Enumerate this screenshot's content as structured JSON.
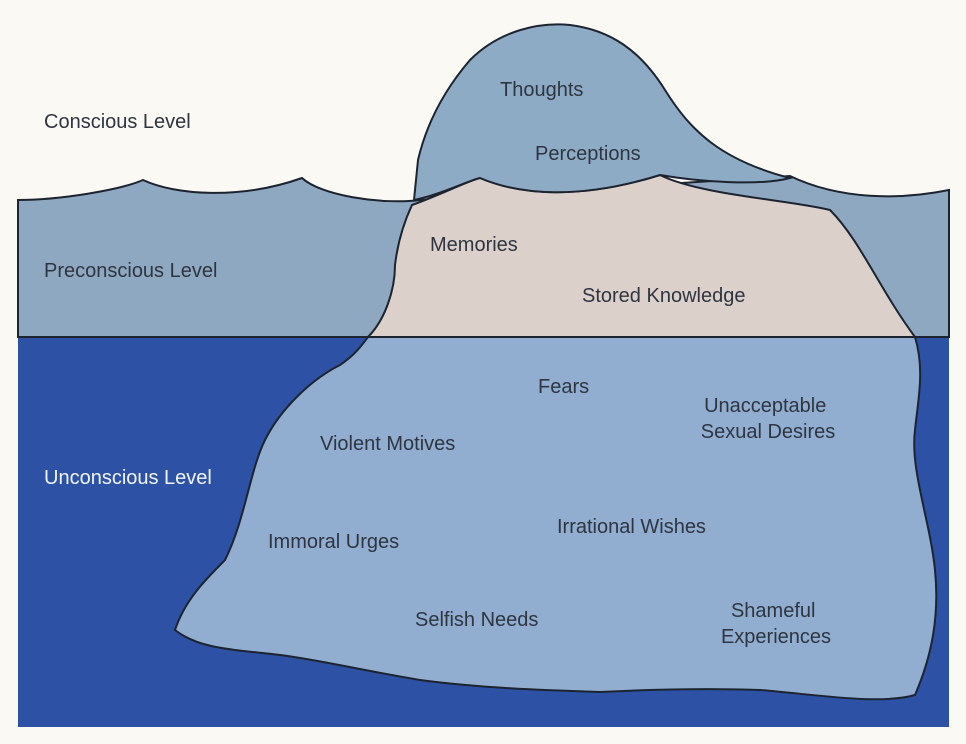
{
  "levels": {
    "conscious": "Conscious Level",
    "preconscious": "Preconscious Level",
    "unconscious": "Unconscious Level"
  },
  "conscious_items": {
    "thoughts": "Thoughts",
    "perceptions": "Perceptions"
  },
  "preconscious_items": {
    "memories": "Memories",
    "stored_knowledge": "Stored Knowledge"
  },
  "unconscious_items": {
    "fears": "Fears",
    "unacceptable_sexual_desires": [
      "Unacceptable",
      "Sexual Desires"
    ],
    "violent_motives": "Violent Motives",
    "immoral_urges": "Immoral Urges",
    "irrational_wishes": "Irrational Wishes",
    "selfish_needs": "Selfish Needs",
    "shameful_experiences": [
      "Shameful",
      "Experiences"
    ]
  },
  "colors": {
    "sky": "#fbf9f3",
    "preconscious_water": "#8fa8c2",
    "unconscious_water": "#2d52a5",
    "iceberg_above": "#8eabc6",
    "iceberg_preconscious": "#dcd0cb",
    "iceberg_below": "#91aed0",
    "outline": "#1c2430"
  }
}
